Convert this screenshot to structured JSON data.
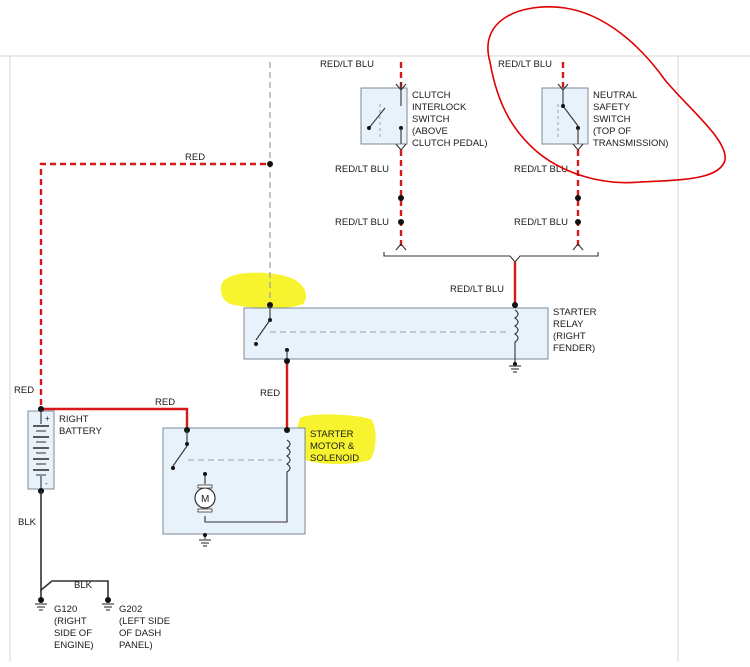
{
  "wire_labels": {
    "red_top": "RED",
    "red_lt_blu_clutch_top": "RED/LT BLU",
    "red_lt_blu_neutral_top": "RED/LT BLU",
    "red_lt_blu_clutch_mid": "RED/LT BLU",
    "red_lt_blu_neutral_mid": "RED/LT BLU",
    "red_lt_blu_clutch_low": "RED/LT BLU",
    "red_lt_blu_neutral_low": "RED/LT BLU",
    "red_lt_blu_relay": "RED/LT BLU",
    "red_battery": "RED",
    "red_motor_feed": "RED",
    "red_relay_out": "RED",
    "blk_battery": "BLK",
    "blk_ground_bus": "BLK"
  },
  "components": {
    "clutch_switch": [
      "CLUTCH",
      "INTERLOCK",
      "SWITCH",
      "(ABOVE",
      "CLUTCH PEDAL)"
    ],
    "neutral_switch": [
      "NEUTRAL",
      "SAFETY",
      "SWITCH",
      "(TOP OF",
      "TRANSMISSION)"
    ],
    "starter_relay": [
      "STARTER",
      "RELAY",
      "(RIGHT",
      "FENDER)"
    ],
    "battery": [
      "RIGHT",
      "BATTERY"
    ],
    "starter_motor": [
      "STARTER",
      "MOTOR &",
      "SOLENOID"
    ],
    "motor_symbol": "M",
    "battery_plus": "+",
    "battery_minus": "-"
  },
  "grounds": {
    "g120": [
      "G120",
      "(RIGHT",
      "SIDE OF",
      "ENGINE)"
    ],
    "g202": [
      "G202",
      "(LEFT SIDE",
      "OF DASH",
      "PANEL)"
    ]
  },
  "annotations": {
    "circle_color": "#e00000",
    "highlight_color": "#f6f21c",
    "wire_red": "#d81818"
  }
}
